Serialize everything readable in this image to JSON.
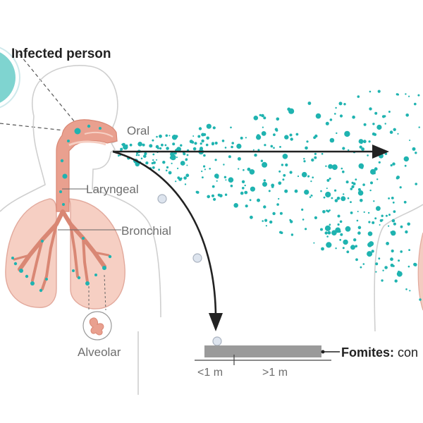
{
  "title": "Infected person",
  "labels": {
    "oral": "Oral",
    "laryngeal": "Laryngeal",
    "bronchial": "Bronchial",
    "alveolar": "Alveolar"
  },
  "fomites": {
    "label": "Fomites:",
    "text": " con"
  },
  "distance": {
    "near": "<1 m",
    "far": ">1 m"
  },
  "colors": {
    "droplet": "#1fb3b0",
    "large_droplet": "#c9d3e0",
    "airway": "#e9a08f",
    "lung": "#f6cfc3",
    "arrow": "#222222",
    "outline": "#cfcfcf",
    "surface": "#9a9a9a"
  }
}
